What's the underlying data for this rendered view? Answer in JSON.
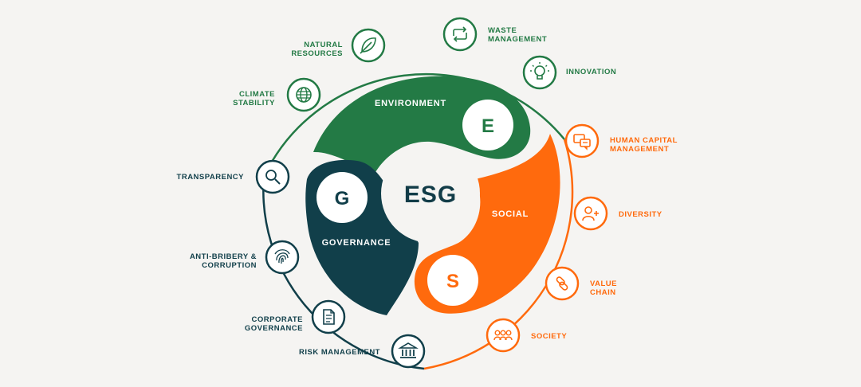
{
  "center": {
    "label": "ESG"
  },
  "segments": {
    "environment": {
      "title": "ENVIRONMENT",
      "letter": "E",
      "color": "#237a45"
    },
    "social": {
      "title": "SOCIAL",
      "letter": "S",
      "color": "#ff6a0d"
    },
    "governance": {
      "title": "GOVERNANCE",
      "letter": "G",
      "color": "#113f4a"
    }
  },
  "topics": {
    "natural_resources": {
      "label": "NATURAL\nRESOURCES",
      "icon": "leaf-icon",
      "color": "#237a45"
    },
    "waste_management": {
      "label": "WASTE\nMANAGEMENT",
      "icon": "recycle-arrows-icon",
      "color": "#237a45"
    },
    "innovation": {
      "label": "INNOVATION",
      "icon": "lightbulb-icon",
      "color": "#237a45"
    },
    "climate_stability": {
      "label": "CLIMATE\nSTABILITY",
      "icon": "globe-icon",
      "color": "#237a45"
    },
    "human_capital": {
      "label": "HUMAN CAPITAL\nMANAGEMENT",
      "icon": "chat-bubbles-icon",
      "color": "#ff6a0d"
    },
    "diversity": {
      "label": "DIVERSITY",
      "icon": "add-user-icon",
      "color": "#ff6a0d"
    },
    "value_chain": {
      "label": "VALUE\nCHAIN",
      "icon": "chain-link-icon",
      "color": "#ff6a0d"
    },
    "society": {
      "label": "SOCIETY",
      "icon": "people-group-icon",
      "color": "#ff6a0d"
    },
    "transparency": {
      "label": "TRANSPARENCY",
      "icon": "magnifier-icon",
      "color": "#113f4a"
    },
    "anti_bribery": {
      "label": "ANTI-BRIBERY &\nCORRUPTION",
      "icon": "fingerprint-icon",
      "color": "#113f4a"
    },
    "corporate_governance": {
      "label": "CORPORATE\nGOVERNANCE",
      "icon": "document-icon",
      "color": "#113f4a"
    },
    "risk_management": {
      "label": "RISK MANAGEMENT",
      "icon": "bank-building-icon",
      "color": "#113f4a"
    }
  }
}
